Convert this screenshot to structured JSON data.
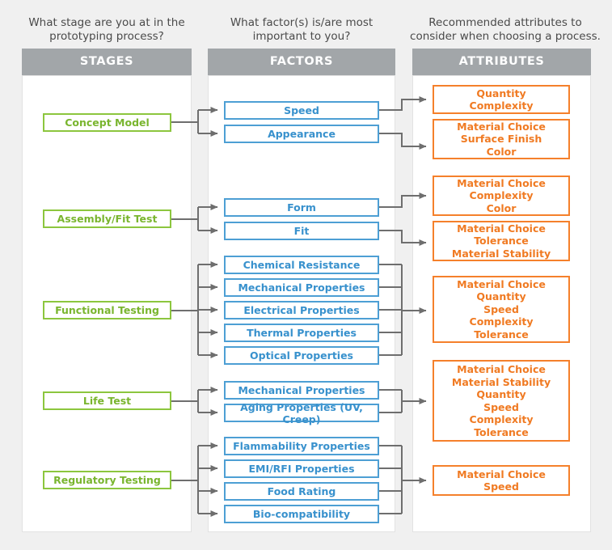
{
  "columns": {
    "stages": {
      "question": "What stage are you at in the prototyping process?",
      "header": "STAGES"
    },
    "factors": {
      "question": "What factor(s) is/are most important to you?",
      "header": "FACTORS"
    },
    "attributes": {
      "question": "Recommended attributes to consider when choosing a process.",
      "header": "ATTRIBUTES"
    }
  },
  "colors": {
    "stage_border": "#8cc63e",
    "stage_text": "#79b52e",
    "factor_border": "#4d9fd4",
    "factor_text": "#3891cd",
    "attribute_border": "#f5802b",
    "attribute_text": "#f07a22",
    "header_bg": "#a2a6a9",
    "connector": "#6e6e6e",
    "page_bg": "#f0f0f0"
  },
  "stages": [
    {
      "label": "Concept Model"
    },
    {
      "label": "Assembly/Fit Test"
    },
    {
      "label": "Functional Testing"
    },
    {
      "label": "Life Test"
    },
    {
      "label": "Regulatory Testing"
    }
  ],
  "factors": [
    {
      "label": "Speed"
    },
    {
      "label": "Appearance"
    },
    {
      "label": "Form"
    },
    {
      "label": "Fit"
    },
    {
      "label": "Chemical Resistance"
    },
    {
      "label": "Mechanical Properties"
    },
    {
      "label": "Electrical Properties"
    },
    {
      "label": "Thermal Properties"
    },
    {
      "label": "Optical Properties"
    },
    {
      "label": "Mechanical Properties"
    },
    {
      "label": "Aging Properties (UV, Creep)"
    },
    {
      "label": "Flammability Properties"
    },
    {
      "label": "EMI/RFI Properties"
    },
    {
      "label": "Food Rating"
    },
    {
      "label": "Bio-compatibility"
    }
  ],
  "attributes": [
    {
      "lines": [
        "Quantity",
        "Complexity"
      ]
    },
    {
      "lines": [
        "Material Choice",
        "Surface Finish",
        "Color"
      ]
    },
    {
      "lines": [
        "Material Choice",
        "Complexity",
        "Color"
      ]
    },
    {
      "lines": [
        "Material Choice",
        "Tolerance",
        "Material Stability"
      ]
    },
    {
      "lines": [
        "Material Choice",
        "Quantity",
        "Speed",
        "Complexity",
        "Tolerance"
      ]
    },
    {
      "lines": [
        "Material Choice",
        "Material Stability",
        "Quantity",
        "Speed",
        "Complexity",
        "Tolerance"
      ]
    },
    {
      "lines": [
        "Material Choice",
        "Speed"
      ]
    }
  ],
  "flows": {
    "stage_to_factors": [
      {
        "stage": "Concept Model",
        "factors": [
          "Speed",
          "Appearance"
        ]
      },
      {
        "stage": "Assembly/Fit Test",
        "factors": [
          "Form",
          "Fit"
        ]
      },
      {
        "stage": "Functional Testing",
        "factors": [
          "Chemical Resistance",
          "Mechanical Properties",
          "Electrical Properties",
          "Thermal Properties",
          "Optical Properties"
        ]
      },
      {
        "stage": "Life Test",
        "factors": [
          "Mechanical Properties",
          "Aging Properties (UV, Creep)"
        ]
      },
      {
        "stage": "Regulatory Testing",
        "factors": [
          "Flammability Properties",
          "EMI/RFI Properties",
          "Food Rating",
          "Bio-compatibility"
        ]
      }
    ],
    "factor_to_attributes": [
      {
        "factor": "Speed",
        "attribute": "Quantity / Complexity"
      },
      {
        "factor": "Appearance",
        "attribute": "Material Choice / Surface Finish / Color"
      },
      {
        "factor": "Form",
        "attribute": "Material Choice / Complexity / Color"
      },
      {
        "factor": "Fit",
        "attribute": "Material Choice / Tolerance / Material Stability"
      },
      {
        "factor": "Chemical Resistance, Mechanical Properties, Electrical Properties, Thermal Properties, Optical Properties",
        "attribute": "Material Choice / Quantity / Speed / Complexity / Tolerance"
      },
      {
        "factor": "Mechanical Properties, Aging Properties (UV, Creep)",
        "attribute": "Material Choice / Material Stability / Quantity / Speed / Complexity / Tolerance"
      },
      {
        "factor": "Flammability Properties, EMI/RFI Properties, Food Rating, Bio-compatibility",
        "attribute": "Material Choice / Speed"
      }
    ]
  }
}
